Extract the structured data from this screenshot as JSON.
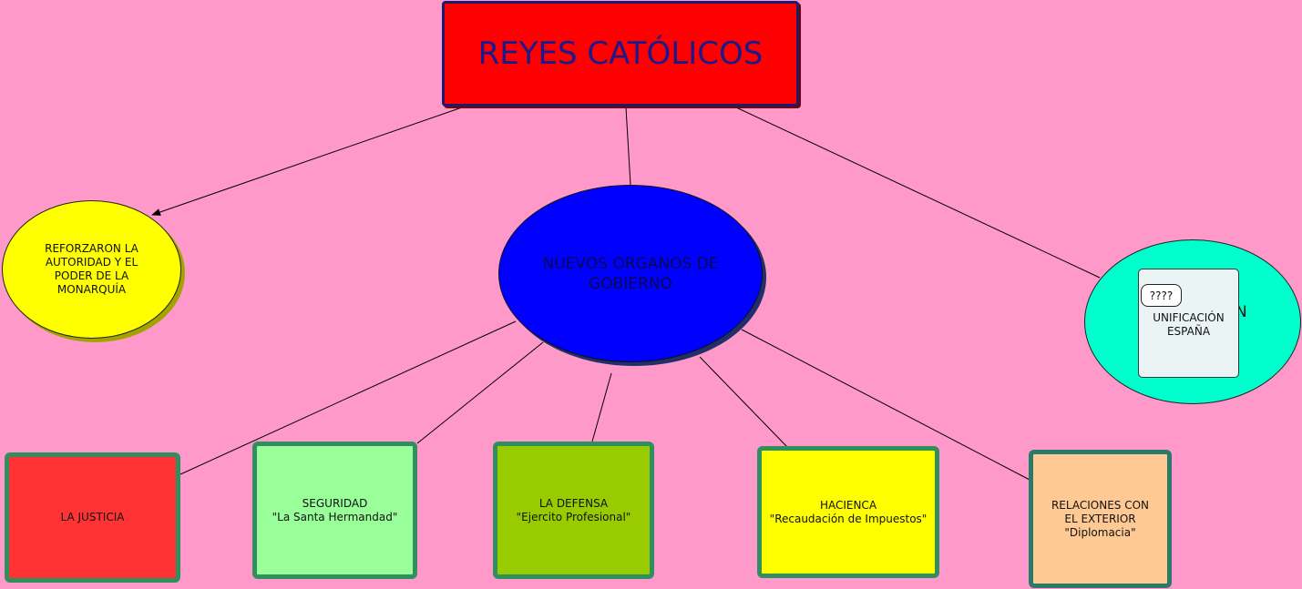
{
  "title": "REYES CATÓLICOS",
  "nodes": {
    "monarchy": "REFORZARON LA\nAUTORIDAD Y EL\nPODER DE LA\nMONARQUÍA",
    "organs": "NUEVOS ORGANOS DE\nGOBIERNO",
    "unification": {
      "trailing_letter": "N",
      "badge": "????",
      "text": "UNIFICACIÓN\nESPAÑA"
    },
    "justice": "LA JUSTICIA",
    "security": "SEGURIDAD\n\"La Santa Hermandad\"",
    "defense": "LA DEFENSA\n\"Ejercito Profesional\"",
    "treasury": "HACIENCA\n\"Recaudación de Impuestos\"",
    "relations": "RELACIONES CON\nEL EXTERIOR\n\"Diplomacia\""
  },
  "colors": {
    "background": "#FF99C9",
    "title": "#FF0000",
    "monarchy": "#FFFF00",
    "organs": "#0000FF",
    "unification": "#00FFCC",
    "justice": "#FF3333",
    "security": "#99FF99",
    "defense": "#99CC00",
    "treasury": "#FFFF00",
    "relations": "#FFC994"
  }
}
